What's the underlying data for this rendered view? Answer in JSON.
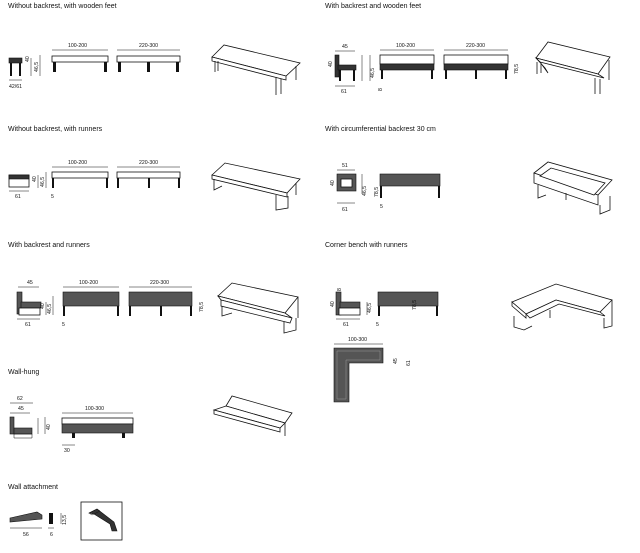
{
  "sections": {
    "s1": {
      "title": "Without backrest, with wooden feet",
      "d_small": "42/61",
      "d_h1": "40",
      "d_h2": "46,5",
      "d_w1": "100-200",
      "d_w2": "220-300"
    },
    "s2": {
      "title": "With backrest and wooden feet",
      "d_d": "45",
      "d_h1": "40",
      "d_h2": "46,5",
      "d_h3": "78,5",
      "d_b": "61",
      "d_w1": "100-200",
      "d_w2": "220-300",
      "d_f": "8"
    },
    "s3": {
      "title": "Without backrest, with runners",
      "d_b": "61",
      "d_h1": "40",
      "d_h2": "46,5",
      "d_w1": "100-200",
      "d_w2": "220-300",
      "d_r": "5"
    },
    "s4": {
      "title": "With circumferential backrest 30 cm",
      "d_t": "51",
      "d_h1": "40",
      "d_h2": "46,5",
      "d_h3": "78,5",
      "d_b": "61",
      "d_r": "5"
    },
    "s5": {
      "title": "With backrest and runners",
      "d_d": "45",
      "d_h1": "40",
      "d_h2": "46,5",
      "d_h3": "78,5",
      "d_b": "61",
      "d_w1": "100-200",
      "d_w2": "220-300",
      "d_r": "5"
    },
    "s6": {
      "title": "Corner bench with runners",
      "d_f": "8",
      "d_h1": "40",
      "d_h2": "46,5",
      "d_h3": "78,5",
      "d_b": "61",
      "d_r": "5",
      "d_w": "100-300",
      "d_pv1": "45",
      "d_pv2": "61"
    },
    "s7": {
      "title": "Wall-hung",
      "d_t": "62",
      "d_d": "45",
      "d_h1": "40",
      "d_w": "100-300",
      "d_b": "30"
    },
    "s8": {
      "title": "Wall attachment",
      "d_b1": "56",
      "d_b2": "6",
      "d_v": "13,5"
    }
  }
}
